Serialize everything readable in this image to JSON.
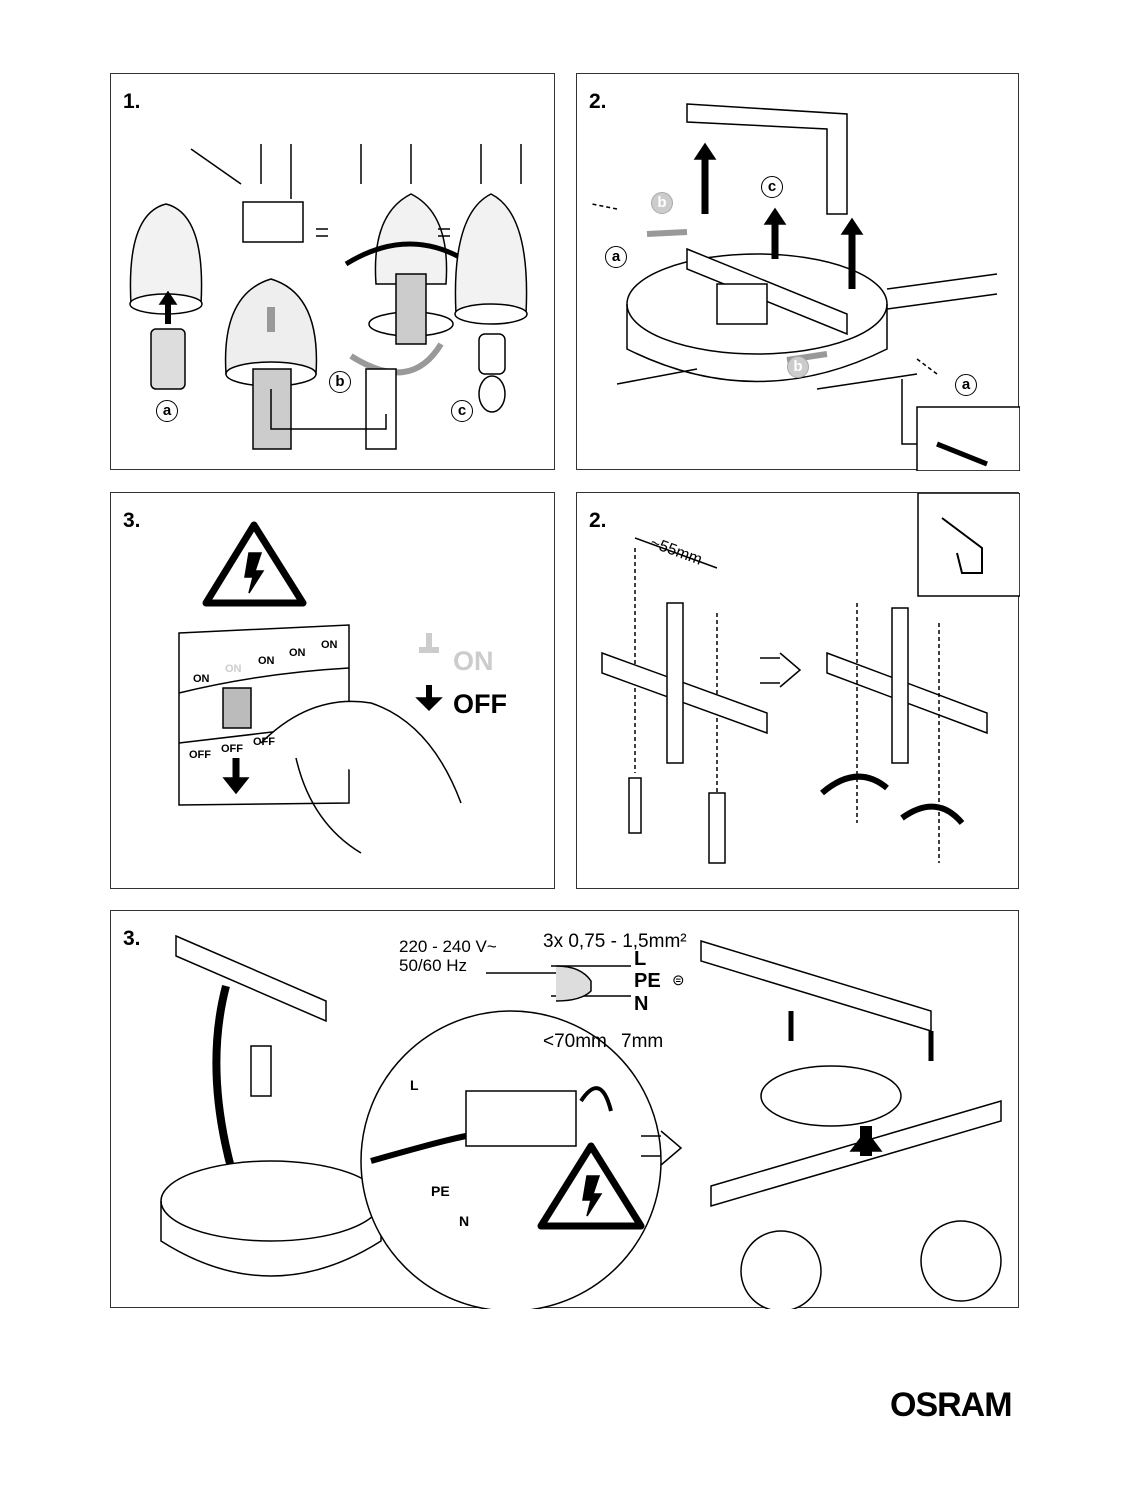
{
  "panels": [
    {
      "step": "1.",
      "labels": [
        "a",
        "b",
        "c"
      ]
    },
    {
      "step": "2.",
      "labels": [
        "a",
        "b",
        "c",
        "b",
        "a"
      ]
    },
    {
      "step": "3.",
      "switch_labels_on": [
        "ON",
        "ON",
        "ON",
        "ON",
        "ON"
      ],
      "switch_labels_off": [
        "OFF",
        "OFF",
        "OFF"
      ],
      "legend_on": "ON",
      "legend_off": "OFF"
    },
    {
      "step": "2.",
      "distance": "~55mm"
    },
    {
      "step": "3.",
      "voltage": "220 - 240 V~",
      "frequency": "50/60 Hz",
      "cable_spec": "3x 0,75 - 1,5mm²",
      "wires": [
        "L",
        "PE",
        "N"
      ],
      "strip_length": "<70mm",
      "core_strip": "7mm",
      "terminal_labels": [
        "L",
        "PE",
        "N"
      ]
    }
  ],
  "brand": "OSRAM",
  "colors": {
    "line": "#000000",
    "gray": "#b5b5b5",
    "light_gray": "#d0d0d0"
  }
}
